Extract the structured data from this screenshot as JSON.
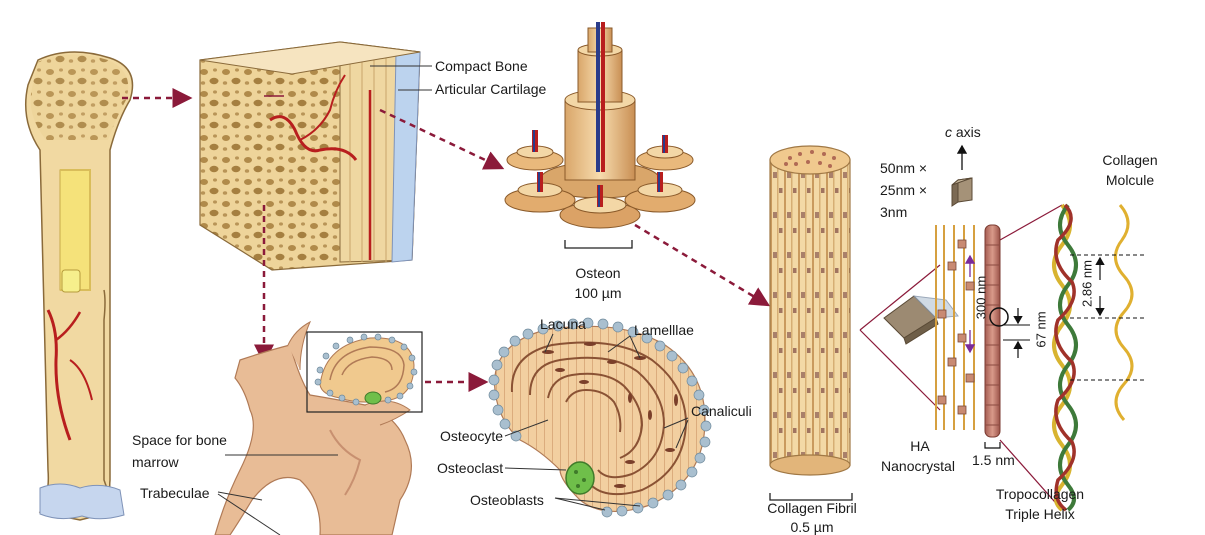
{
  "labels": {
    "compact_bone": "Compact Bone",
    "articular_cartilage": "Articular Cartilage",
    "osteon": "Osteon",
    "osteon_size": "100 µm",
    "lacuna": "Lacuna",
    "lamellae": "Lamelllae",
    "canaliculi": "Canaliculi",
    "osteocyte": "Osteocyte",
    "osteoclast": "Osteoclast",
    "osteoblasts": "Osteoblasts",
    "space_marrow_1": "Space for bone",
    "space_marrow_2": "marrow",
    "trabeculae": "Trabeculae",
    "collagen_fibril": "Collagen Fibril",
    "collagen_fibril_size": "0.5 µm",
    "c_axis_c": "c",
    "c_axis_word": " axis",
    "dim_1": "50nm ×",
    "dim_2": "25nm ×",
    "dim_3": "3nm",
    "ha_1": "HA",
    "ha_2": "Nanocrystal",
    "d300": "300 nm",
    "d67": "67 nm",
    "d15": "1.5 nm",
    "d286": "2.86 nm",
    "collagen_molecule_1": "Collagen",
    "collagen_molecule_2": "Molcule",
    "tropo_1": "Tropocollagen",
    "tropo_2": "Triple Helix"
  },
  "colors": {
    "bone": "#f0d8a0",
    "bone_dark": "#c9a060",
    "vessel": "#b81e1e",
    "arrow": "#8b1a3a",
    "cartilage": "#c9d9ef",
    "collagen": "#c98a72",
    "fibril_stripe": "#e7c48e",
    "osteoclast": "#6fbf4a",
    "blue_vessel": "#2a3c8a"
  }
}
